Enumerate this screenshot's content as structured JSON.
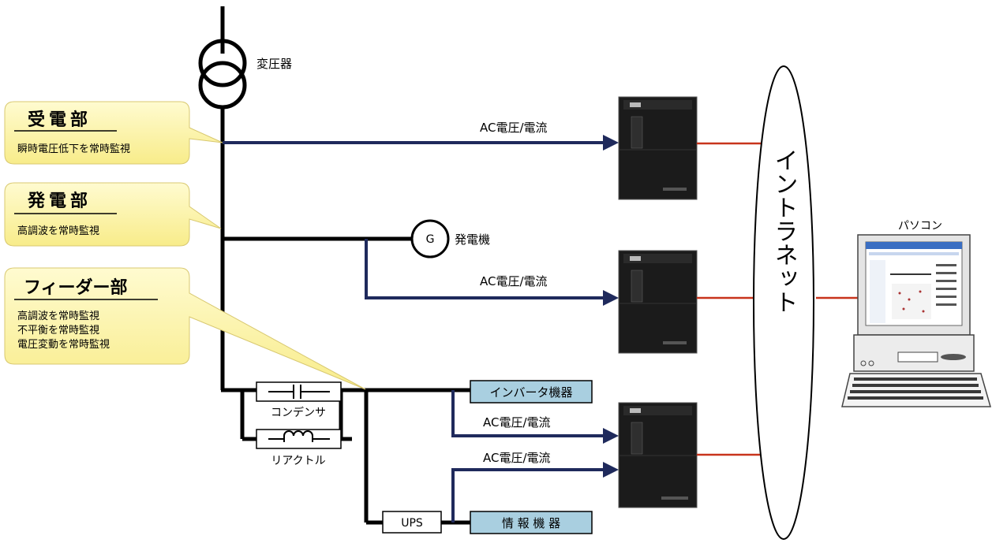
{
  "transformer": {
    "label": "変圧器"
  },
  "generator": {
    "symbol": "G",
    "label": "発電機"
  },
  "callouts": [
    {
      "title": "受電部",
      "lines": [
        "瞬時電圧低下を常時監視"
      ]
    },
    {
      "title": "発電部",
      "lines": [
        "高調波を常時監視"
      ]
    },
    {
      "title": "フィーダー部",
      "lines": [
        "高調波を常時監視",
        "不平衡を常時監視",
        "電圧変動を常時監視"
      ]
    }
  ],
  "signals": {
    "ac": "AC電圧/電流"
  },
  "components": {
    "capacitor": "コンデンサ",
    "reactor": "リアクトル",
    "ups": "UPS",
    "inverter": "インバータ機器",
    "info": "情 報 機 器"
  },
  "network": {
    "label": "イントラネット"
  },
  "pc": {
    "label": "パソコン"
  },
  "colors": {
    "feed_line": "#1f2a5c",
    "network_line": "#c8341c",
    "callout_fill": "#fdf5a6",
    "device_box_fill": "#a9cfe0"
  }
}
